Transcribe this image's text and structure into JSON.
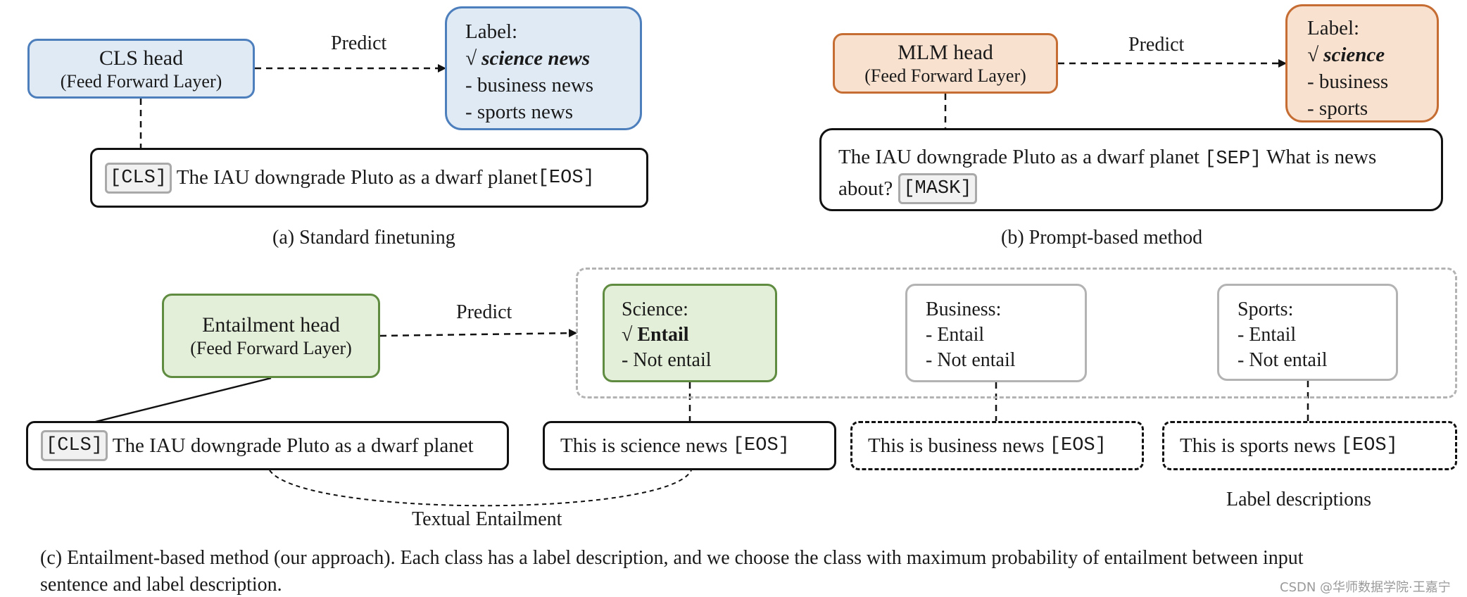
{
  "panel_a": {
    "head_title": "CLS head",
    "head_subtitle": "(Feed Forward Layer)",
    "predict": "Predict",
    "label_heading": "Label:",
    "label_selected": "√ science news",
    "label_option_1": "-   business news",
    "label_option_2": "-   sports news",
    "cls_token": "[CLS]",
    "sentence": " The IAU downgrade Pluto as a dwarf planet",
    "eos_token": "[EOS]",
    "caption": "(a) Standard finetuning"
  },
  "panel_b": {
    "head_title": "MLM head",
    "head_subtitle": "(Feed Forward Layer)",
    "predict": "Predict",
    "label_heading": "Label:",
    "label_selected": "√ science",
    "label_option_1": "-   business",
    "label_option_2": "-   sports",
    "sentence_part_1": "The IAU downgrade Pluto as a dwarf planet",
    "sep_token": "[SEP]",
    "sentence_part_2": "What is news",
    "sentence_part_3": "about?",
    "mask_token": "[MASK]",
    "caption": "(b) Prompt-based method"
  },
  "panel_c": {
    "head_title": "Entailment head",
    "head_subtitle": "(Feed Forward Layer)",
    "predict": "Predict",
    "cls_token": "[CLS]",
    "sentence": " The IAU downgrade Pluto as a dwarf planet",
    "classes": [
      {
        "name": "Science:",
        "opt1": "√ Entail",
        "opt2": "- Not entail",
        "description": "This is science news ",
        "eos": "[EOS]"
      },
      {
        "name": "Business:",
        "opt1": "- Entail",
        "opt2": "- Not entail",
        "description": "This is business news ",
        "eos": "[EOS]"
      },
      {
        "name": "Sports:",
        "opt1": "- Entail",
        "opt2": "- Not entail",
        "description": "This is sports news ",
        "eos": "[EOS]"
      }
    ],
    "textual_entailment": "Textual Entailment",
    "label_descriptions": "Label descriptions",
    "caption_line_1": "(c) Entailment-based method (our approach). Each class has a label description, and we choose the class with maximum probability of entailment between input",
    "caption_line_2": "sentence and label description."
  },
  "watermark": "CSDN @华师数据学院·王嘉宁",
  "colors": {
    "blue_fill": "#dfeaf5",
    "blue_border": "#4e7fbd",
    "orange_fill": "#f9e1cf",
    "orange_border": "#c56d33",
    "green_fill": "#e3efd8",
    "green_border": "#5f8c40",
    "gray_border": "#b3b3b3"
  }
}
